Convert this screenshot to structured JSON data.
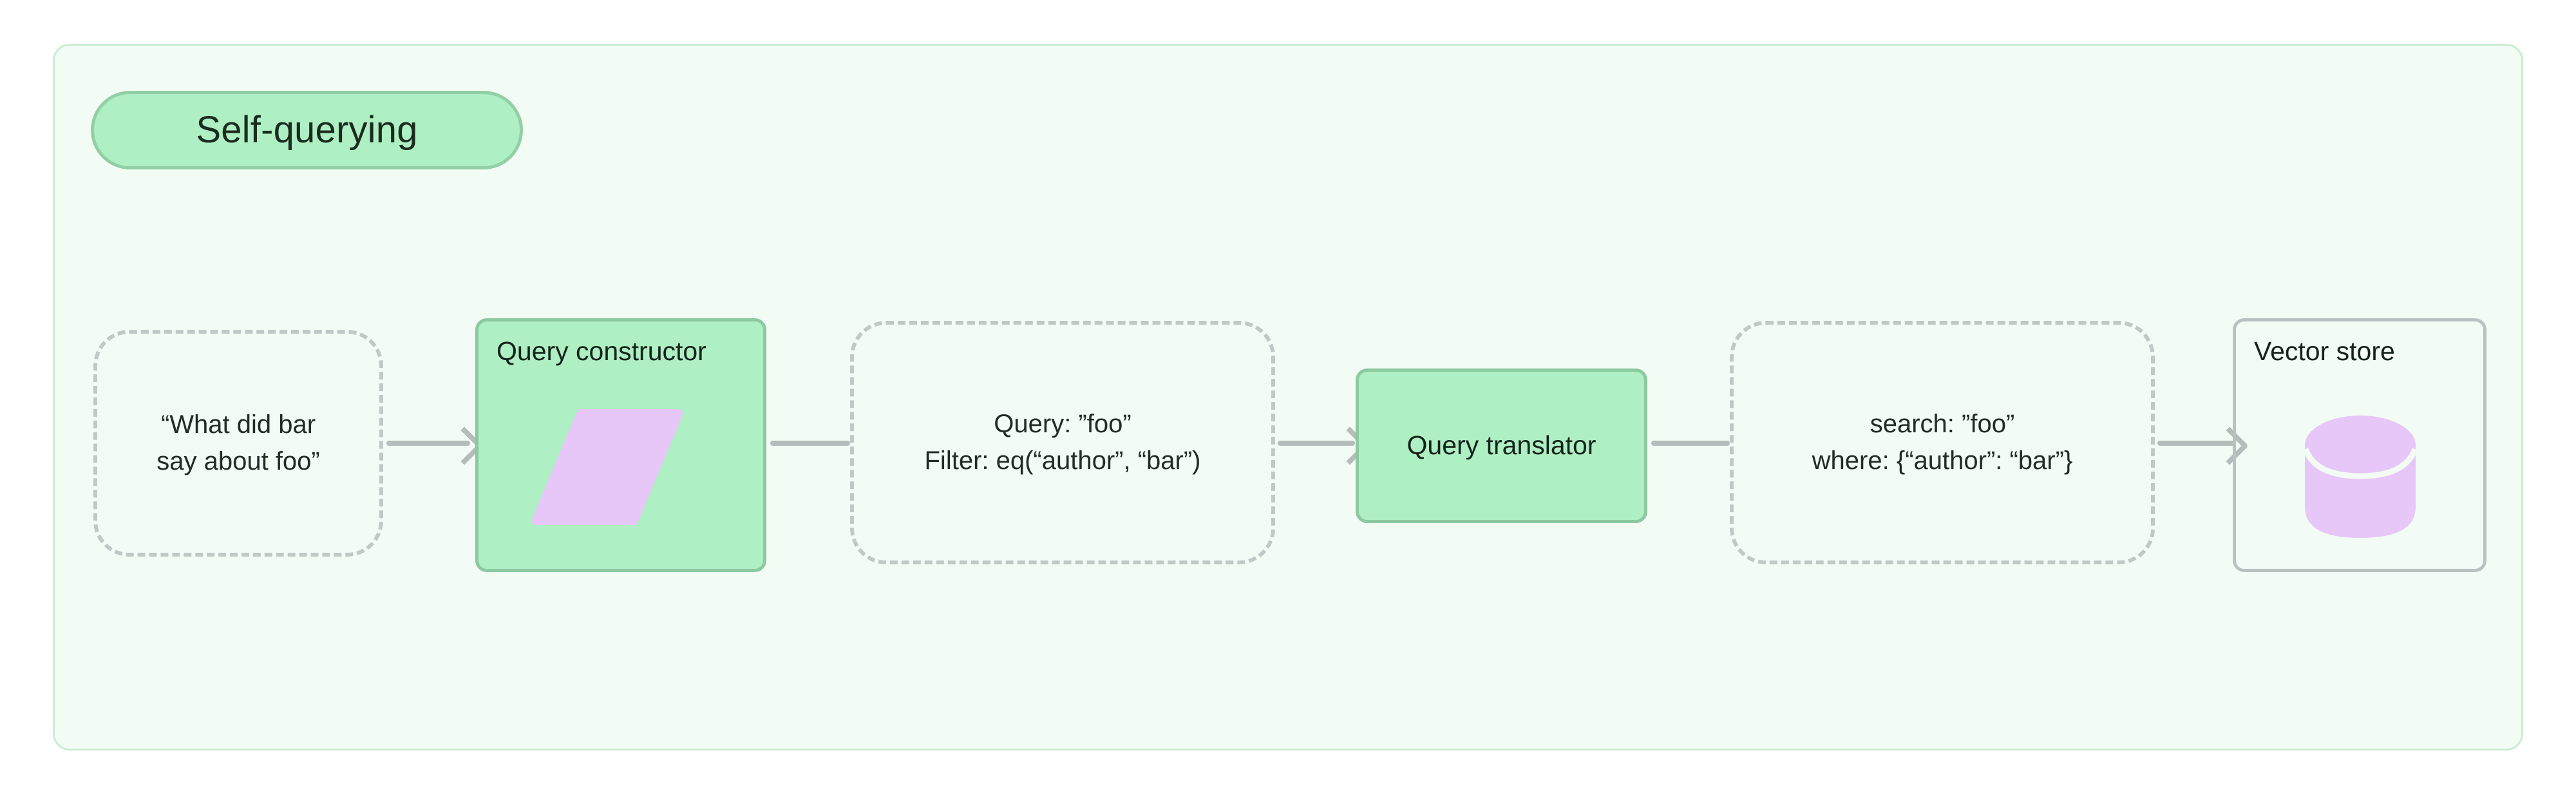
{
  "diagram": {
    "group_title": "Self-querying",
    "colors": {
      "group_background": "#f2fbf4",
      "group_border": "#c9ecd2",
      "pill_fill": "#aeefc3",
      "pill_border": "#92cfa6",
      "process_fill": "#aeefc3",
      "process_border": "#8cc9a1",
      "dashed_border": "#bfc9c6",
      "plain_border": "#b9c2c0",
      "connector": "#b5bcb9",
      "accent_purple": "#e7c7f7",
      "text": "#15231a"
    },
    "nodes": [
      {
        "id": "user-question",
        "kind": "dashed",
        "lines": [
          "“What did bar",
          "say about foo”"
        ]
      },
      {
        "id": "query-constructor",
        "kind": "process",
        "title": "Query constructor",
        "icon": "parallelogram-icon"
      },
      {
        "id": "structured-query",
        "kind": "dashed",
        "lines": [
          "Query: ”foo”",
          "Filter: eq(“author”, “bar”)"
        ]
      },
      {
        "id": "query-translator",
        "kind": "process",
        "title": "Query translator",
        "icon": null
      },
      {
        "id": "translated-query",
        "kind": "dashed",
        "lines": [
          "search: ”foo”",
          "where: {“author”: “bar”}"
        ]
      },
      {
        "id": "vector-store",
        "kind": "plain",
        "title": "Vector store",
        "icon": "database-cylinder-icon"
      }
    ],
    "connectors": [
      {
        "id": "c1",
        "from": "user-question",
        "to": "query-constructor",
        "arrowhead": true
      },
      {
        "id": "c2",
        "from": "query-constructor",
        "to": "structured-query",
        "arrowhead": false
      },
      {
        "id": "c3",
        "from": "structured-query",
        "to": "query-translator",
        "arrowhead": true
      },
      {
        "id": "c4",
        "from": "query-translator",
        "to": "translated-query",
        "arrowhead": false
      },
      {
        "id": "c5",
        "from": "translated-query",
        "to": "vector-store",
        "arrowhead": true
      }
    ]
  }
}
